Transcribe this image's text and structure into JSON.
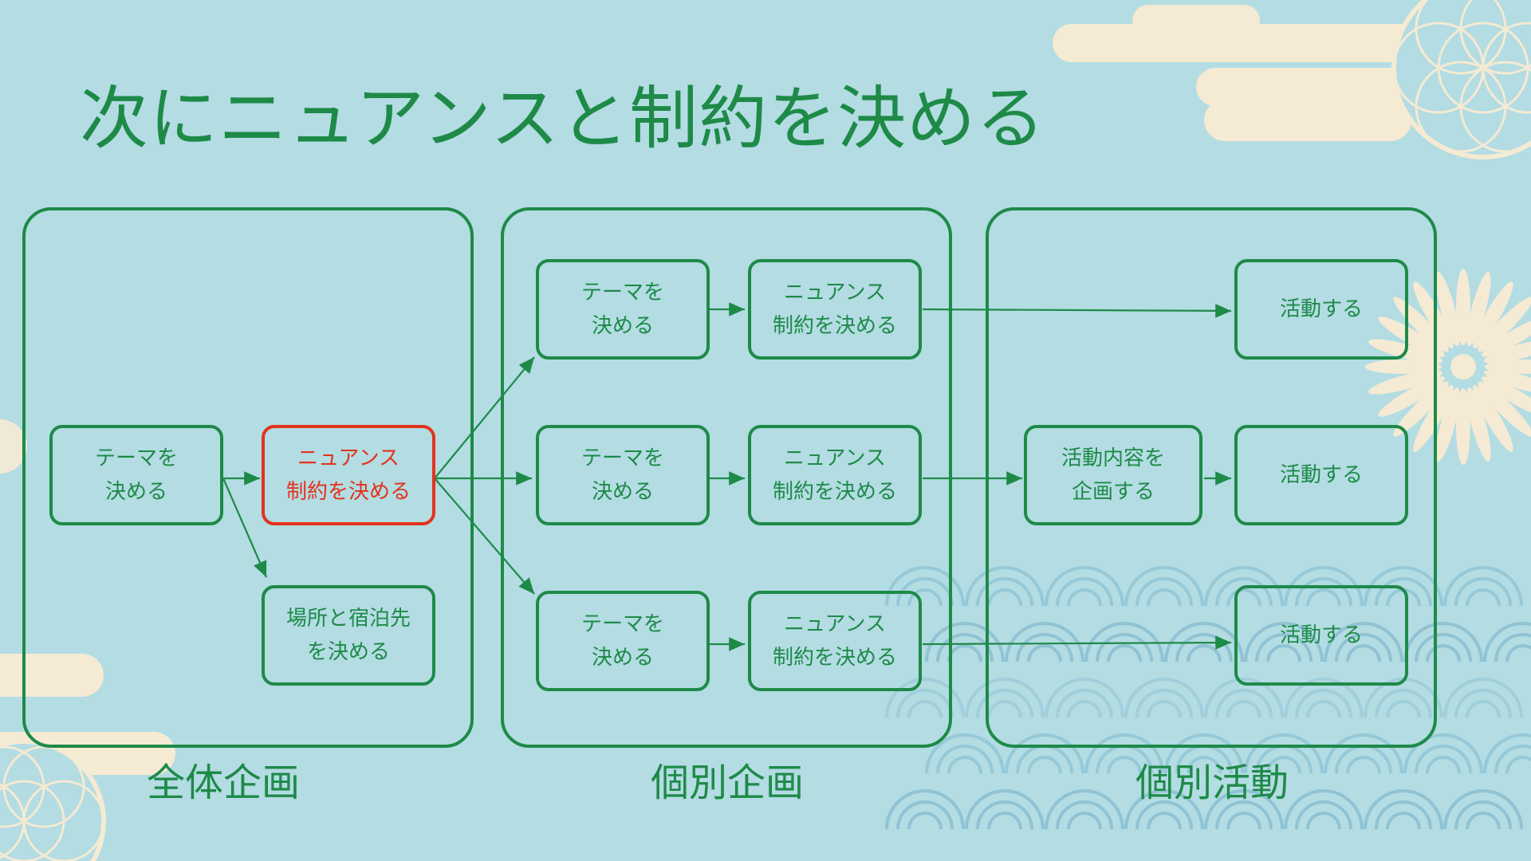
{
  "title": "次にニュアンスと制約を決める",
  "colors": {
    "background": "#b3dce3",
    "accent": "#1e8a48",
    "highlight": "#e2331d",
    "decoration": "#f5ead3"
  },
  "groups": [
    {
      "label": "全体企画"
    },
    {
      "label": "個別企画"
    },
    {
      "label": "個別活動"
    }
  ],
  "nodes": {
    "overall_theme": {
      "line1": "テーマを",
      "line2": "決める"
    },
    "overall_nuance": {
      "line1": "ニュアンス",
      "line2": "制約を決める",
      "highlighted": true
    },
    "overall_place": {
      "line1": "場所と宿泊先",
      "line2": "を決める"
    },
    "plans": [
      {
        "theme": {
          "line1": "テーマを",
          "line2": "決める"
        },
        "nuance": {
          "line1": "ニュアンス",
          "line2": "制約を決める"
        }
      },
      {
        "theme": {
          "line1": "テーマを",
          "line2": "決める"
        },
        "nuance": {
          "line1": "ニュアンス",
          "line2": "制約を決める"
        }
      },
      {
        "theme": {
          "line1": "テーマを",
          "line2": "決める"
        },
        "nuance": {
          "line1": "ニュアンス",
          "line2": "制約を決める"
        }
      }
    ],
    "activity_plan": {
      "line1": "活動内容を",
      "line2": "企画する"
    },
    "activities": [
      {
        "label": "活動する"
      },
      {
        "label": "活動する"
      },
      {
        "label": "活動する"
      }
    ]
  }
}
